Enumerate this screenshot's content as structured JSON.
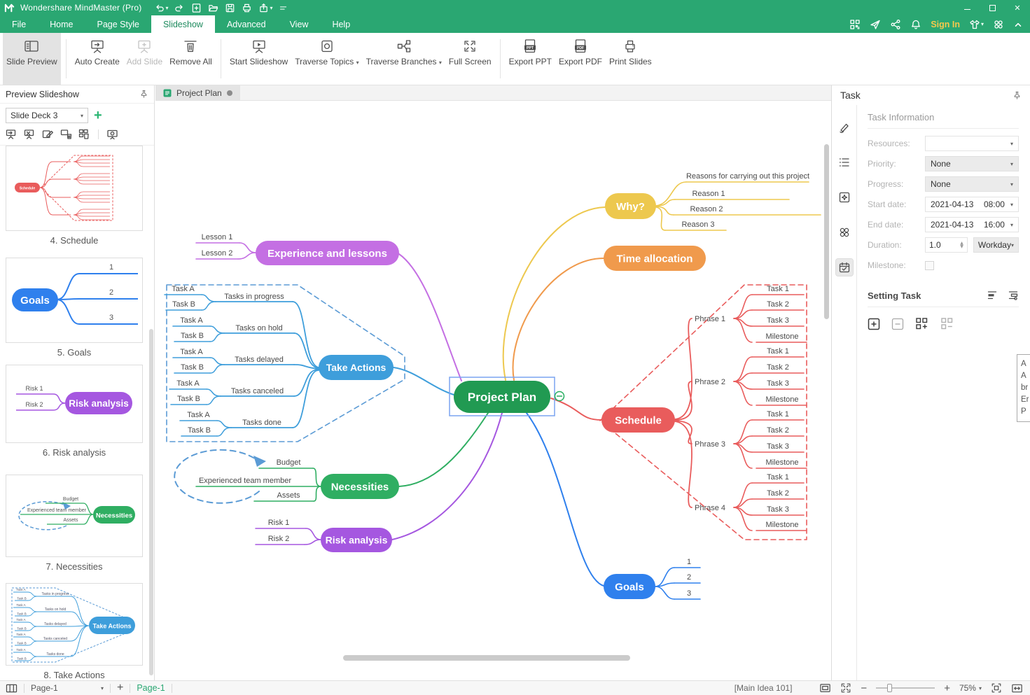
{
  "window": {
    "title": "Wondershare MindMaster (Pro)",
    "sign_in": "Sign In"
  },
  "menu": {
    "items": [
      "File",
      "Home",
      "Page Style",
      "Slideshow",
      "Advanced",
      "View",
      "Help"
    ]
  },
  "ribbon": {
    "slide_preview": "Slide Preview",
    "auto_create": "Auto Create",
    "add_slide": "Add Slide",
    "remove_all": "Remove All",
    "start_slideshow": "Start Slideshow",
    "traverse_topics": "Traverse Topics",
    "traverse_branches": "Traverse Branches",
    "full_screen": "Full Screen",
    "export_ppt": "Export PPT",
    "export_pdf": "Export PDF",
    "print_slides": "Print Slides",
    "ppt_badge": "PPT",
    "pdf_badge": "PDF"
  },
  "preview_panel": {
    "title": "Preview Slideshow",
    "deck": "Slide Deck 3",
    "add": "+",
    "slides": [
      {
        "caption": "4. Schedule"
      },
      {
        "caption": "5. Goals"
      },
      {
        "caption": "6. Risk analysis"
      },
      {
        "caption": "7. Necessities"
      },
      {
        "caption": "8. Take Actions"
      }
    ]
  },
  "canvas": {
    "tab": "Project Plan"
  },
  "mindmap": {
    "root": "Project Plan",
    "why": {
      "label": "Why?",
      "reasons_title": "Reasons for carrying out this project",
      "reasons": [
        "Reason 1",
        "Reason 2",
        "Reason 3"
      ]
    },
    "time_allocation": {
      "label": "Time allocation"
    },
    "schedule": {
      "label": "Schedule",
      "phrases": [
        {
          "name": "Phrase 1",
          "tasks": [
            "Task 1",
            "Task 2",
            "Task 3",
            "Milestone"
          ]
        },
        {
          "name": "Phrase 2",
          "tasks": [
            "Task 1",
            "Task 2",
            "Task 3",
            "Milestone"
          ]
        },
        {
          "name": "Phrase 3",
          "tasks": [
            "Task 1",
            "Task 2",
            "Task 3",
            "Milestone"
          ]
        },
        {
          "name": "Phrase 4",
          "tasks": [
            "Task 1",
            "Task 2",
            "Task 3",
            "Milestone"
          ]
        }
      ]
    },
    "goals": {
      "label": "Goals",
      "items": [
        "1",
        "2",
        "3"
      ]
    },
    "risk": {
      "label": "Risk analysis",
      "items": [
        "Risk 1",
        "Risk 2"
      ]
    },
    "necessities": {
      "label": "Necessities",
      "items": [
        "Budget",
        "Experienced team member",
        "Assets"
      ]
    },
    "take_actions": {
      "label": "Take Actions",
      "groups": [
        {
          "name": "Tasks in progress",
          "subs": [
            "Task A",
            "Task B"
          ]
        },
        {
          "name": "Tasks on hold",
          "subs": [
            "Task A",
            "Task B"
          ]
        },
        {
          "name": "Tasks delayed",
          "subs": [
            "Task A",
            "Task B"
          ]
        },
        {
          "name": "Tasks canceled",
          "subs": [
            "Task A",
            "Task B"
          ]
        },
        {
          "name": "Tasks done",
          "subs": [
            "Task A",
            "Task B"
          ]
        }
      ]
    },
    "experience": {
      "label": "Experience and lessons",
      "items": [
        "Lesson 1",
        "Lesson 2"
      ]
    },
    "colors": {
      "root": "#219a52",
      "why": "#edc84e",
      "time": "#f09a4c",
      "schedule": "#e95c5c",
      "goals": "#2f80ed",
      "risk": "#a557e0",
      "necessities": "#2fae62",
      "take_actions": "#3e9edb",
      "experience": "#c46fe3",
      "relationship": "#5b9bd5",
      "selection": "#7aa4f0",
      "collapse": "#27ae60",
      "leaf_text": "#4a4a4a"
    }
  },
  "task_panel": {
    "title": "Task",
    "section": "Task Information",
    "resources_label": "Resources:",
    "priority_label": "Priority:",
    "priority_value": "None",
    "progress_label": "Progress:",
    "progress_value": "None",
    "start_label": "Start date:",
    "start_date": "2021-04-13",
    "start_time": "08:00",
    "end_label": "End date:",
    "end_date": "2021-04-13",
    "end_time": "16:00",
    "duration_label": "Duration:",
    "duration_value": "1.0",
    "duration_unit": "Workday",
    "milestone_label": "Milestone:",
    "setting_title": "Setting Task"
  },
  "statusbar": {
    "page_select": "Page-1",
    "add_page": "+",
    "page_tab": "Page-1",
    "selection": "[Main Idea 101]",
    "zoom": "75%"
  },
  "clipped_box": {
    "lines": [
      "A",
      "A",
      "br",
      "Er",
      "P"
    ]
  },
  "icons": {
    "caret_down": "▾",
    "close": "✕",
    "collapse_minus": "−"
  }
}
